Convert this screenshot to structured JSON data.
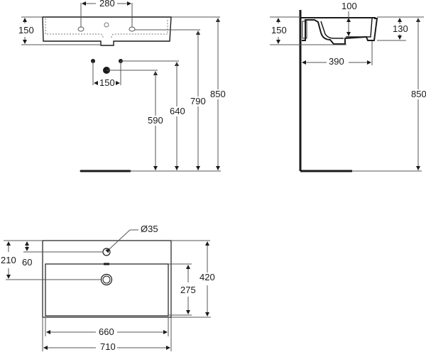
{
  "drawing": {
    "title": "Washbasin technical drawing",
    "units": "mm",
    "colors": {
      "line": "#1a1a1a",
      "dimension": "#555555",
      "background": "#ffffff"
    }
  },
  "front_view": {
    "dims": {
      "tap_holes_spacing": "280",
      "basin_height": "150",
      "supply_spacing": "150",
      "waste_height": "590",
      "supply_height": "640",
      "tap_height": "790",
      "rim_height": "850"
    }
  },
  "side_view": {
    "dims": {
      "bowl_depth": "100",
      "overall_height": "150",
      "front_height": "130",
      "projection": "390",
      "rim_height": "850"
    }
  },
  "plan_view": {
    "dims": {
      "tap_hole_diameter": "Ø35",
      "waste_from_back": "210",
      "tap_from_back": "60",
      "overall_depth": "420",
      "bowl_depth": "275",
      "bowl_width": "660",
      "overall_width": "710"
    }
  }
}
